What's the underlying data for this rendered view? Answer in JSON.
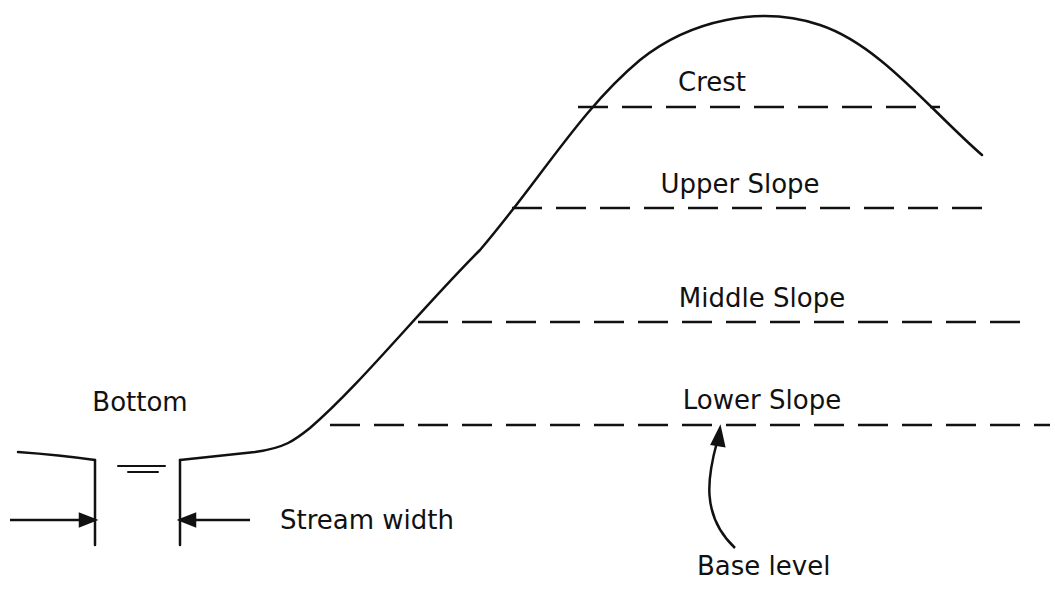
{
  "diagram": {
    "labels": [
      "Crest",
      "Upper Slope",
      "Middle Slope",
      "Lower Slope",
      "Bottom",
      "Stream width",
      "Base level"
    ]
  }
}
